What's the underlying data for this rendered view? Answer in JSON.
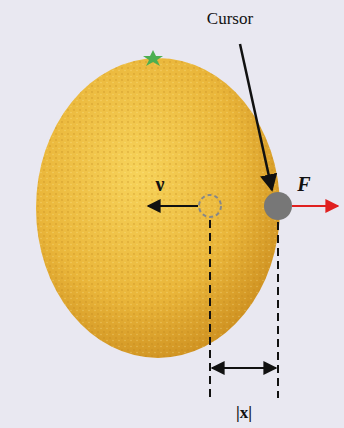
{
  "diagram": {
    "labels": [
      "Cursor",
      "ν",
      "F",
      "|x|"
    ]
  }
}
